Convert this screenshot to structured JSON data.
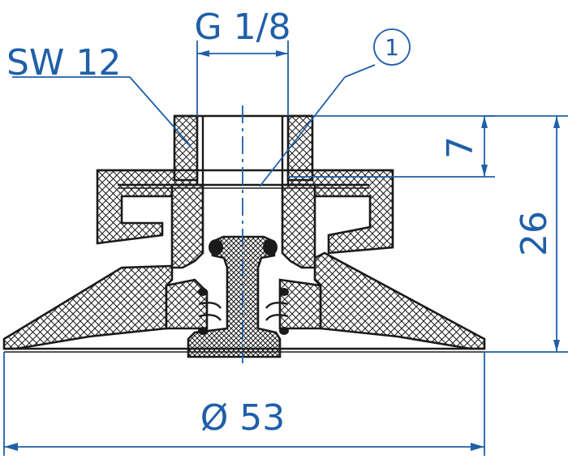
{
  "labels": {
    "thread": "G 1/8",
    "wrench_size": "SW 12",
    "callout": "1",
    "height_upper": "7",
    "height_total": "26",
    "diameter": "Ø 53"
  },
  "colors": {
    "dimension": "#1f5fa8",
    "part_outline": "#1a1a1a",
    "background": "#ffffff"
  }
}
